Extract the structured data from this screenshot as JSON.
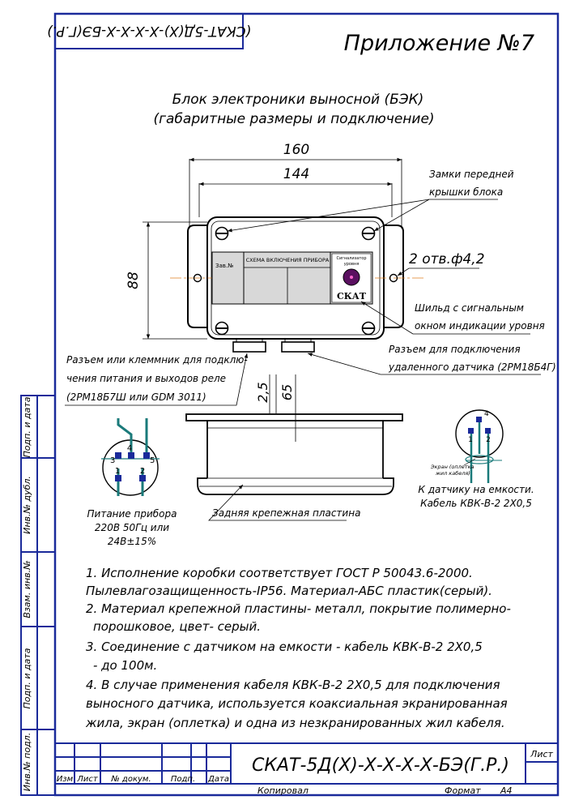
{
  "colors": {
    "frame": "#1a2a9a",
    "lines": "#000000",
    "label_panel": "#d8d8d8",
    "indicator": "#5a1060",
    "pin": "#1a2a9a",
    "wire": "#1a7a7a",
    "axis": "#e08020"
  },
  "stamp_top": "(СКАТ-5Д(Х)-Х-Х-Х-Х-БЭ(Г.Р.)",
  "appendix": "Приложение №7",
  "title": {
    "line1": "Блок электроники выносной (БЭК)",
    "line2": "(габаритные размеры и подключение)"
  },
  "dimensions": {
    "width_overall": "160",
    "width_holes": "144",
    "height": "88",
    "holes": "2 отв.ф4,2",
    "depth1": "2,5",
    "depth2": "65"
  },
  "callouts": {
    "locks_line1": "Замки передней",
    "locks_line2": "крышки блока",
    "shield_line1": "Шильд с сигнальным",
    "shield_line2": "окном индикации уровня",
    "power_line1": "Разъем или клеммник для подклю-",
    "power_line2": "чения питания и выходов реле",
    "power_line3": "(2РМ18Б7Ш или GDM 3011)",
    "sensor_line1": "Разъем для подключения",
    "sensor_line2": "удаленного датчика (2РМ18Б4Г)",
    "back_plate": "Задняя крепежная пластина"
  },
  "panel_labels": {
    "serial": "Зав.№",
    "scheme": "СХЕМА ВКЛЮЧЕНИЯ ПРИБОРА",
    "indicator_line1": "Сигнализатор",
    "indicator_line2": "уровня",
    "brand": "СКАТ"
  },
  "connector_power": {
    "pins": [
      "3",
      "4",
      "5",
      "1",
      "2"
    ],
    "caption_line1": "Питание прибора",
    "caption_line2": "220В 50Гц или",
    "caption_line3": "24В±15%"
  },
  "connector_sensor": {
    "pins": [
      "4",
      "1",
      "2"
    ],
    "shield_line1": "Экран (оплетка",
    "shield_line2": "жил кабеля)",
    "caption_line1": "К датчику на емкости.",
    "caption_line2": "Кабель КВК-В-2 2Х0,5"
  },
  "notes": [
    "1. Исполнение коробки соответствует ГОСТ Р 50043.6-2000.",
    "Пылевлагозащищенность-IP56. Материал-АБС пластик(серый).",
    "2. Материал крепежной пластины- металл, покрытие полимерно-",
    "порошковое, цвет- серый.",
    "3. Соединение с датчиком на емкости - кабель КВК-В-2 2Х0,5",
    "- до 100м.",
    "4. В случае применения кабеля КВК-В-2 2Х0,5 для подключения",
    "выносного датчика, используется коаксиальная экранированная",
    "жила, экран (оплетка) и одна из незкранированных жил кабеля."
  ],
  "side_stamps": [
    "Инв.№ подл.",
    "Подп. и дата",
    "Взам. инв.№",
    "Инв.№ дубл.",
    "Подп. и дата"
  ],
  "title_block": {
    "doc_code": "СКАТ-5Д(Х)-Х-Х-Х-Х-БЭ(Г.Р.)",
    "sheet_label": "Лист",
    "col_izm": "Изм",
    "col_list": "Лист",
    "col_doc": "№ докум.",
    "col_sign": "Подп.",
    "col_date": "Дата",
    "copied": "Копировал",
    "format_label": "Формат",
    "format_value": "А4"
  }
}
